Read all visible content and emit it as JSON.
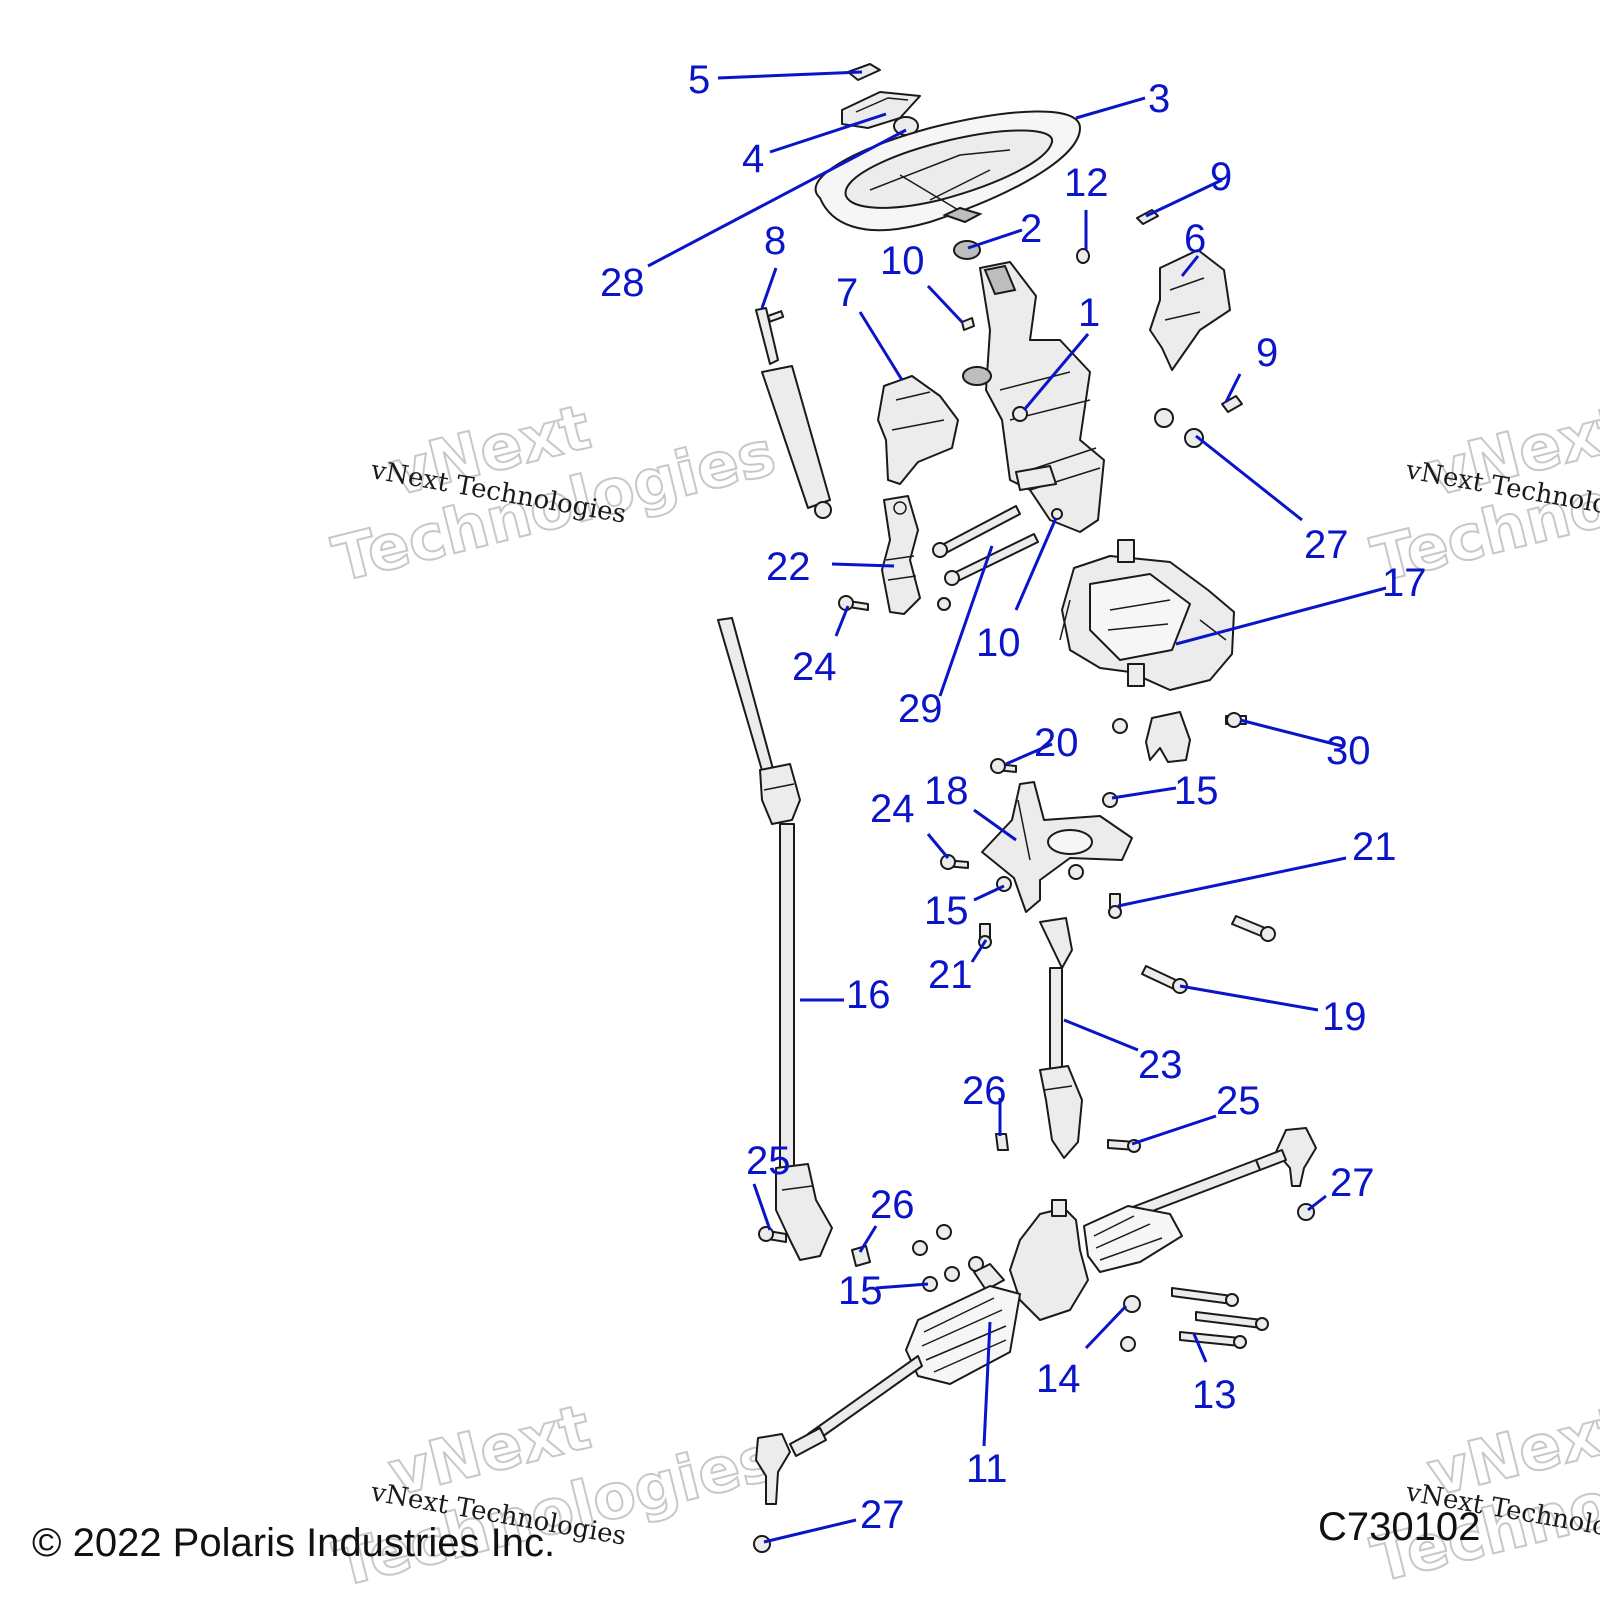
{
  "watermark": {
    "text_small": "vNext Technologies",
    "text_big_1": "vNext",
    "text_big_2": "Technologies"
  },
  "footer": {
    "copyright": "© 2022 Polaris Industries Inc.",
    "figure_code": "C730102"
  },
  "callouts": {
    "c1": "1",
    "c2": "2",
    "c3": "3",
    "c4": "4",
    "c5": "5",
    "c6": "6",
    "c7": "7",
    "c8": "8",
    "c9a": "9",
    "c9b": "9",
    "c10a": "10",
    "c10b": "10",
    "c11": "11",
    "c12": "12",
    "c13": "13",
    "c14": "14",
    "c15a": "15",
    "c15b": "15",
    "c15c": "15",
    "c16": "16",
    "c17": "17",
    "c18": "18",
    "c19": "19",
    "c20": "20",
    "c21a": "21",
    "c21b": "21",
    "c22": "22",
    "c23": "23",
    "c24a": "24",
    "c24b": "24",
    "c25a": "25",
    "c25b": "25",
    "c26a": "26",
    "c26b": "26",
    "c27a": "27",
    "c27b": "27",
    "c27c": "27",
    "c28": "28",
    "c29": "29",
    "c30": "30"
  },
  "colors": {
    "callout": "#0a14c8",
    "part_fill": "#ececec",
    "outline": "#1a1a1a",
    "watermark": "#c8c8c8"
  }
}
